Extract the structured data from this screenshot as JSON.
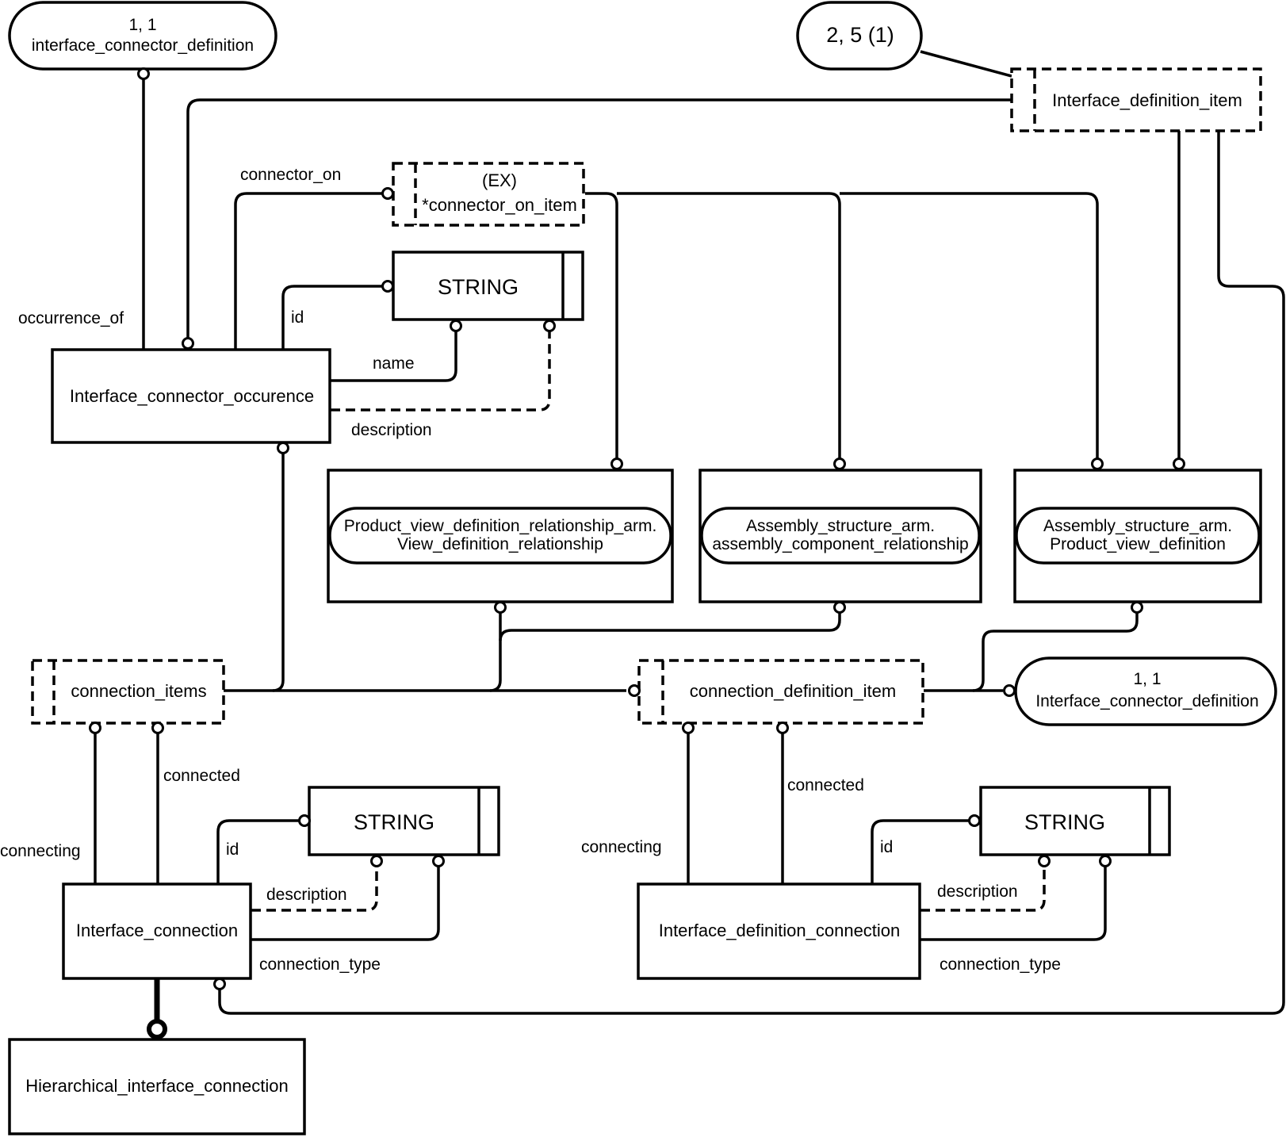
{
  "diagram": {
    "notation": "EXPRESS-G",
    "page_refs": {
      "top_left": {
        "line1": "1, 1",
        "line2": "interface_connector_definition"
      },
      "top_right": {
        "line1": "2, 5 (1)"
      },
      "right": {
        "line1": "1, 1",
        "line2": "Interface_connector_definition"
      }
    },
    "select_types": {
      "interface_definition_item": "Interface_definition_item",
      "connector_on_item_l1": "(EX)",
      "connector_on_item_l2": "*connector_on_item",
      "connection_items": "connection_items",
      "connection_definition_item": "connection_definition_item"
    },
    "entities": {
      "interface_connector_occurence": "Interface_connector_occurence",
      "interface_connection": "Interface_connection",
      "interface_definition_connection": "Interface_definition_connection",
      "hierarchical_interface_connection": "Hierarchical_interface_connection",
      "pvdr": {
        "line1": "Product_view_definition_relationship_arm.",
        "line2": "View_definition_relationship"
      },
      "acr": {
        "line1": "Assembly_structure_arm.",
        "line2": "assembly_component_relationship"
      },
      "pvd": {
        "line1": "Assembly_structure_arm.",
        "line2": "Product_view_definition"
      }
    },
    "types": {
      "string": "STRING"
    },
    "attributes": {
      "occurrence_of": "occurrence_of",
      "connector_on": "connector_on",
      "id": "id",
      "name": "name",
      "description": "description",
      "connecting": "connecting",
      "connected": "connected",
      "connection_type": "connection_type"
    }
  }
}
